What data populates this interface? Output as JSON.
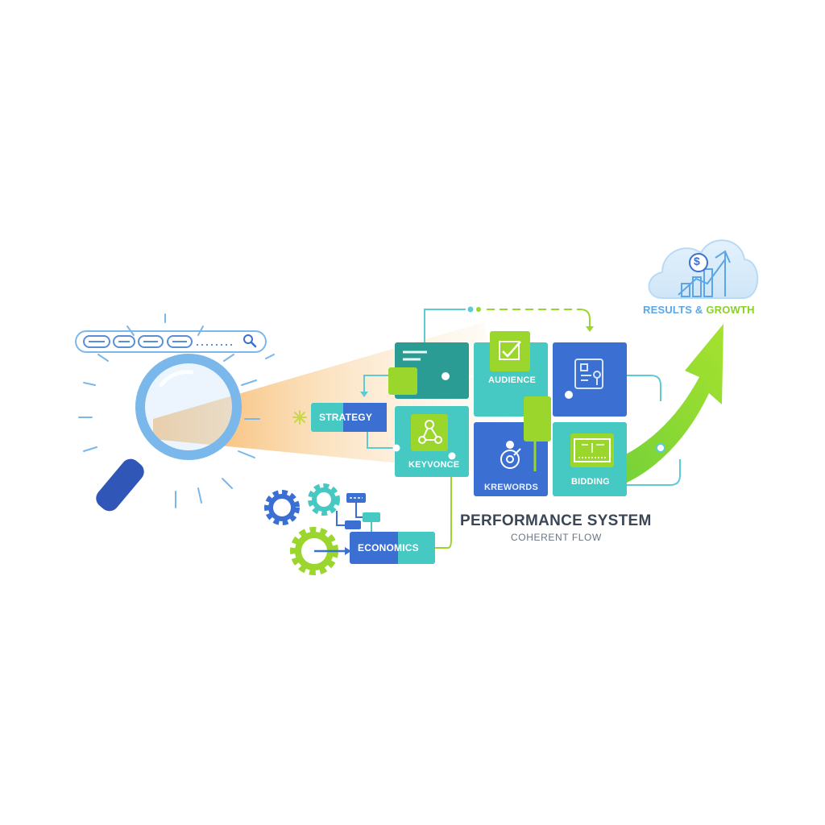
{
  "colors": {
    "blue": "#3b6fd1",
    "teal": "#45c9c2",
    "dark_teal": "#2a9c93",
    "lime": "#9ad62c",
    "light_blue": "#6fb3ee",
    "orange": "#f5a544",
    "navy": "#2f4fa8"
  },
  "icons": {
    "search": "search-icon",
    "magnifier": "magnifier-icon",
    "gear": "gear-icon",
    "cloud": "cloud-icon",
    "dollar": "dollar-icon",
    "growth_arrow": "growth-arrow-icon",
    "checkbox": "checkbox-icon",
    "network": "network-icon",
    "target": "target-icon",
    "document": "document-icon"
  },
  "labels": {
    "strategy": "STRATEGY",
    "audience": "AUDIENCE",
    "keyvonce": "KEYVONCE",
    "krewords": "KREWORDS",
    "bidding": "BIDDING",
    "economics": "ECONOMICS"
  },
  "title": "PERFORMANCE SYSTEM",
  "subtitle": "COHERENT FLOW",
  "results": {
    "part1": "RESULTS & ",
    "part2": "GROWTH"
  }
}
